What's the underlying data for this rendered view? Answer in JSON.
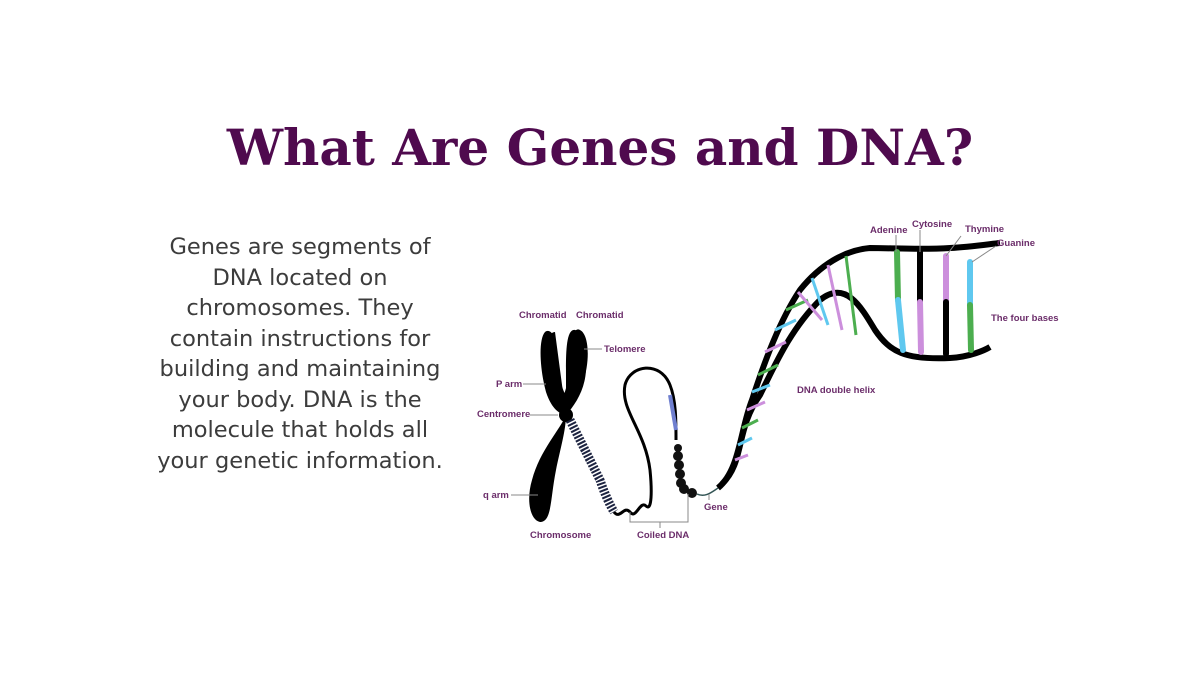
{
  "title": "What Are Genes and DNA?",
  "body_text": "Genes are segments of DNA located on chromosomes. They contain instructions for building and maintaining your body. DNA is the molecule that holds all your genetic information.",
  "colors": {
    "title": "#4f0a4e",
    "label": "#6b2d6a",
    "body_text": "#3c3c3c",
    "adenine": "#4cae4f",
    "cytosine": "#000000",
    "thymine": "#cc8fdc",
    "guanine": "#5fc8ef",
    "telomere_band": "#6f7fcf"
  },
  "diagram": {
    "labels": {
      "chromatid_left": "Chromatid",
      "chromatid_right": "Chromatid",
      "telomere": "Telomere",
      "p_arm": "P arm",
      "centromere": "Centromere",
      "q_arm": "q arm",
      "chromosome": "Chromosome",
      "coiled_dna": "Coiled DNA",
      "gene": "Gene",
      "dna_double_helix": "DNA double helix",
      "adenine": "Adenine",
      "cytosine": "Cytosine",
      "thymine": "Thymine",
      "guanine": "Guanine",
      "four_bases": "The four bases"
    }
  }
}
